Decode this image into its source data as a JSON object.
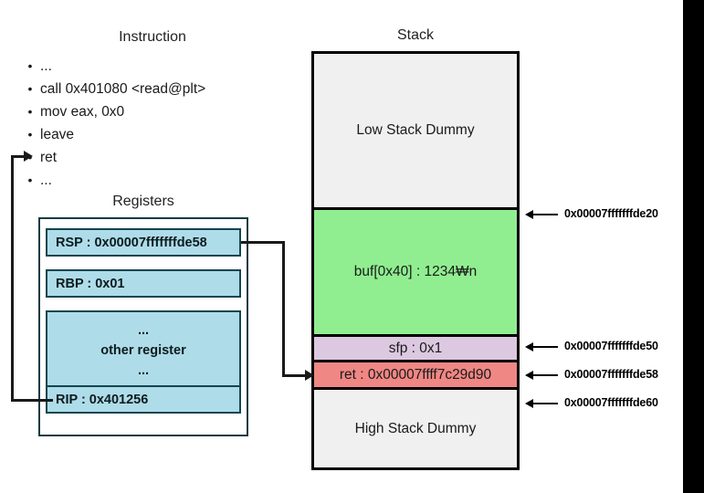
{
  "instruction": {
    "title": "Instruction",
    "items": [
      {
        "bullet": "•",
        "text": "..."
      },
      {
        "bullet": "•",
        "text": "call 0x401080 <read@plt>"
      },
      {
        "bullet": "•",
        "text": "mov eax, 0x0"
      },
      {
        "bullet": "•",
        "text": "leave"
      },
      {
        "bullet": "•",
        "text": "ret"
      },
      {
        "bullet": "•",
        "text": "..."
      }
    ]
  },
  "registers": {
    "title": "Registers",
    "rsp": "RSP : 0x00007fffffffde58",
    "rbp": "RBP : 0x01",
    "other_top": "...",
    "other_mid": "other register",
    "other_bottom": "...",
    "rip": "RIP : 0x401256",
    "box_color": "#aedce8",
    "border_color": "#13454f"
  },
  "stack": {
    "title": "Stack",
    "segments": [
      {
        "label": "Low Stack Dummy",
        "color": "#f0f0f0"
      },
      {
        "label": "buf[0x40] : 1234₩n",
        "color": "#90ee90"
      },
      {
        "label": "sfp : 0x1",
        "color": "#dcc8e0"
      },
      {
        "label": "ret : 0x00007ffff7c29d90",
        "color": "#ef8784"
      },
      {
        "label": "High Stack Dummy",
        "color": "#f0f0f0"
      }
    ]
  },
  "addresses": [
    {
      "value": "0x00007fffffffde20"
    },
    {
      "value": "0x00007fffffffde50"
    },
    {
      "value": "0x00007fffffffde58"
    },
    {
      "value": "0x00007fffffffde60"
    }
  ]
}
